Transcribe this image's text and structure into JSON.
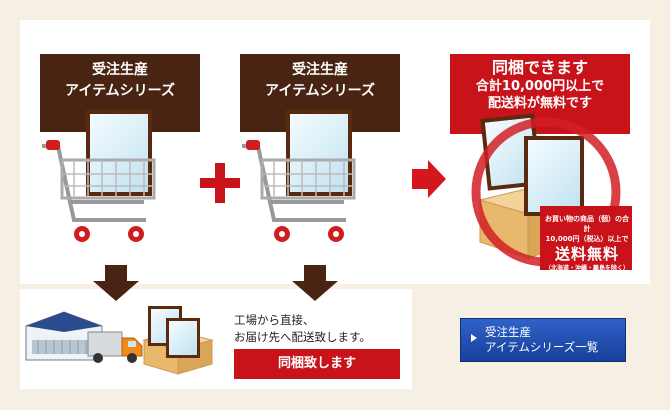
{
  "item1": {
    "line1": "受注生産",
    "line2": "アイテムシリーズ"
  },
  "item2": {
    "line1": "受注生産",
    "line2": "アイテムシリーズ"
  },
  "offer": {
    "line1": "同梱できます",
    "line2": "合計10,000円以上で",
    "line3": "配送料が無料です"
  },
  "stamp": {
    "line1": "お買い物の商品（個）の合計",
    "line2": "10,000円（税込）以上で",
    "big": "送料無料",
    "small": "（北海道・沖縄・離島を除く）"
  },
  "factory_note": {
    "line1": "工場から直接、",
    "line2": "お届け先へ配送致します。"
  },
  "bundle_label": "同梱致します",
  "list_button": {
    "line1": "受注生産",
    "line2": "アイテムシリーズ一覧"
  },
  "colors": {
    "brown": "#4a2412",
    "red": "#c8131b",
    "button_blue": "#1f4fb4",
    "background": "#f5f0e3"
  }
}
